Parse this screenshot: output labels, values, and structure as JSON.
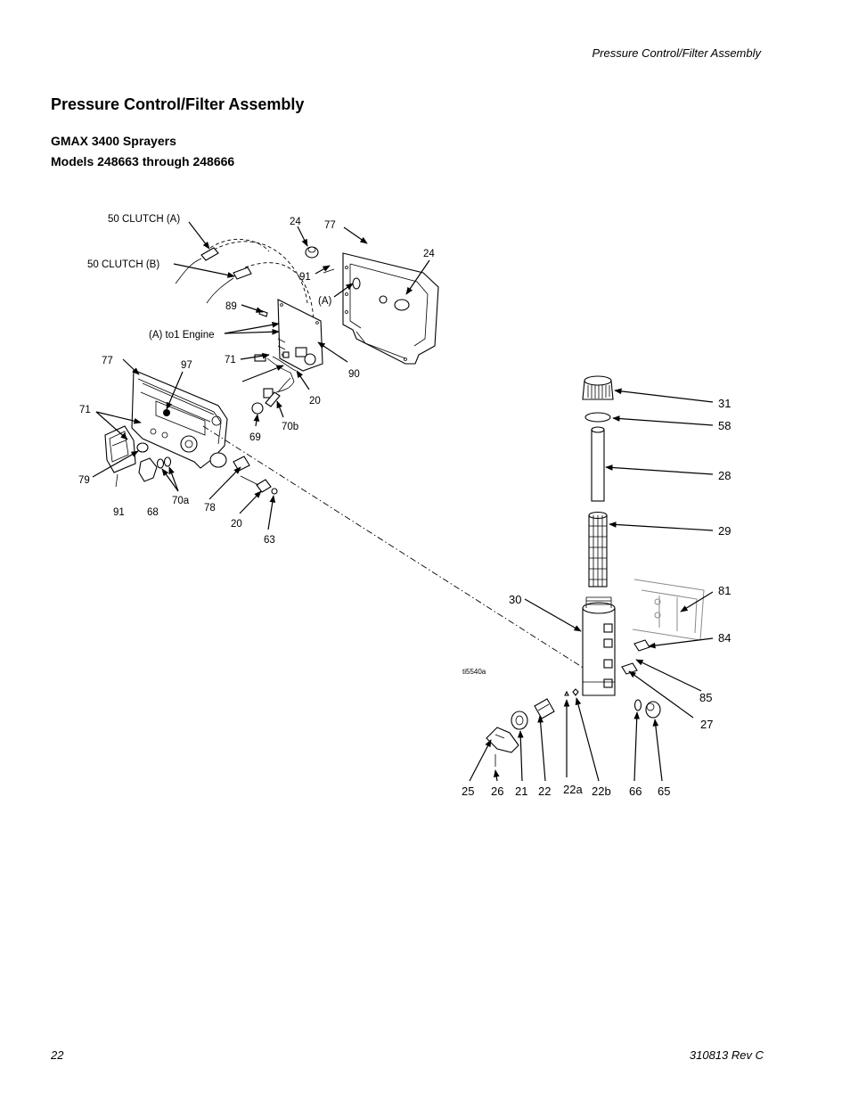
{
  "header": {
    "running_title": "Pressure Control/Filter Assembly"
  },
  "page_title": "Pressure Control/Filter Assembly",
  "subtitle_1": "GMAX 3400 Sprayers",
  "subtitle_2": "Models 248663 through 248666",
  "diagram": {
    "labels": {
      "clutch_a": "50 CLUTCH (A)",
      "clutch_b": "50 CLUTCH (B)",
      "n24_top": "24",
      "n77_top": "77",
      "n24_right": "24",
      "n91_top": "91",
      "a_mark": "(A)",
      "n89": "89",
      "a_engine": "(A) to1 Engine",
      "n77_left": "77",
      "n97": "97",
      "n71_mid": "71",
      "n90": "90",
      "n20_mid": "20",
      "n71_left": "71",
      "n69": "69",
      "n70b": "70b",
      "n79": "79",
      "n70a": "70a",
      "n91_bot": "91",
      "n68": "68",
      "n78": "78",
      "n20_bot": "20",
      "n63": "63",
      "n31": "31",
      "n58": "58",
      "n28": "28",
      "n29": "29",
      "n30": "30",
      "n81": "81",
      "n84": "84",
      "n85": "85",
      "n27": "27",
      "figure_id": "ti5540a",
      "n25": "25",
      "n26": "26",
      "n21": "21",
      "n22": "22",
      "n22a": "22a",
      "n22b": "22b",
      "n66": "66",
      "n65": "65"
    }
  },
  "footer": {
    "page_number": "22",
    "doc_id": "310813 Rev C"
  }
}
